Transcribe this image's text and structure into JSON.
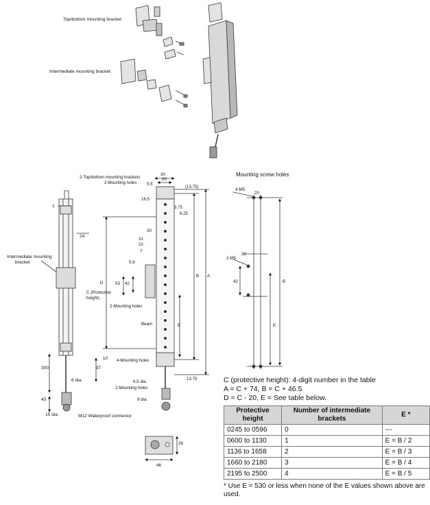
{
  "parts": {
    "top_bracket_label": "Top/bottom mounting bracket",
    "intermediate_bracket_label": "Intermediate mounting bracket"
  },
  "side_view": {
    "dim_1": "1",
    "dim_24": "24",
    "intermediate_label_1": "Intermediate mounting",
    "intermediate_label_2": "bracket",
    "dim_300": "300",
    "dim_6dia": "6 dia.",
    "dim_43": "43",
    "dim_15dia": "15 dia.",
    "connector_label": "M12 Waterproof connector"
  },
  "front_view": {
    "top_bracket_callout": "2-Top/bottom mounting brackets",
    "mounting_holes_top": "2-Mounting holes",
    "dim_30_top": "30",
    "dim_20_top": "20",
    "dim_5_5": "5.5",
    "dim_13_75_top": "(13.75)",
    "dim_16_5": "16.5",
    "dim_3_75": "3.75",
    "dim_6_25": "6.25",
    "dim_30_mid": "30",
    "dim_31": "31",
    "dim_22": "22",
    "dim_7": "7",
    "dim_5_9": "5.9",
    "dim_53": "53",
    "dim_42": "42",
    "c_label_1": "C (Protective",
    "c_label_2": "height)",
    "mounting_holes_mid": "2-Mounting holes",
    "beam_label": "Beam",
    "dim_D": "D",
    "dim_B": "B",
    "dim_A": "A",
    "dim_E": "E",
    "dim_10": "10",
    "dim_37": "37",
    "mounting_holes_4": "4-Mounting holes",
    "dim_13_75_bottom": "13.75",
    "dim_6_5dia": "6.5 dia.",
    "mounting_holes_bottom": "2-Mounting holes",
    "dim_9dia": "9 dia.",
    "dim_26": "26",
    "dim_46": "46"
  },
  "screw_holes": {
    "title": "Mounting screw holes",
    "m5_top": "4-M5",
    "dim_20": "20",
    "m5_mid": "2-M5",
    "dim_22": "22",
    "dim_42": "42",
    "dim_B": "B",
    "dim_E": "E"
  },
  "formulas": {
    "line1": "C (protective height): 4-digit number in the table",
    "line2": "A = C + 74, B = C + 46.5",
    "line3": "D = C - 20, E = See table below."
  },
  "table": {
    "headers": [
      "Protective height",
      "Number of intermediate brackets",
      "E *"
    ],
    "rows": [
      [
        "0245 to 0596",
        "0",
        "---"
      ],
      [
        "0600 to 1130",
        "1",
        "E = B / 2"
      ],
      [
        "1136 to 1658",
        "2",
        "E = B / 3"
      ],
      [
        "1660 to 2180",
        "3",
        "E = B / 4"
      ],
      [
        "2195 to 2500",
        "4",
        "E = B / 5"
      ]
    ]
  },
  "footnote": "* Use E = 530 or less when none of the E values shown above are used."
}
